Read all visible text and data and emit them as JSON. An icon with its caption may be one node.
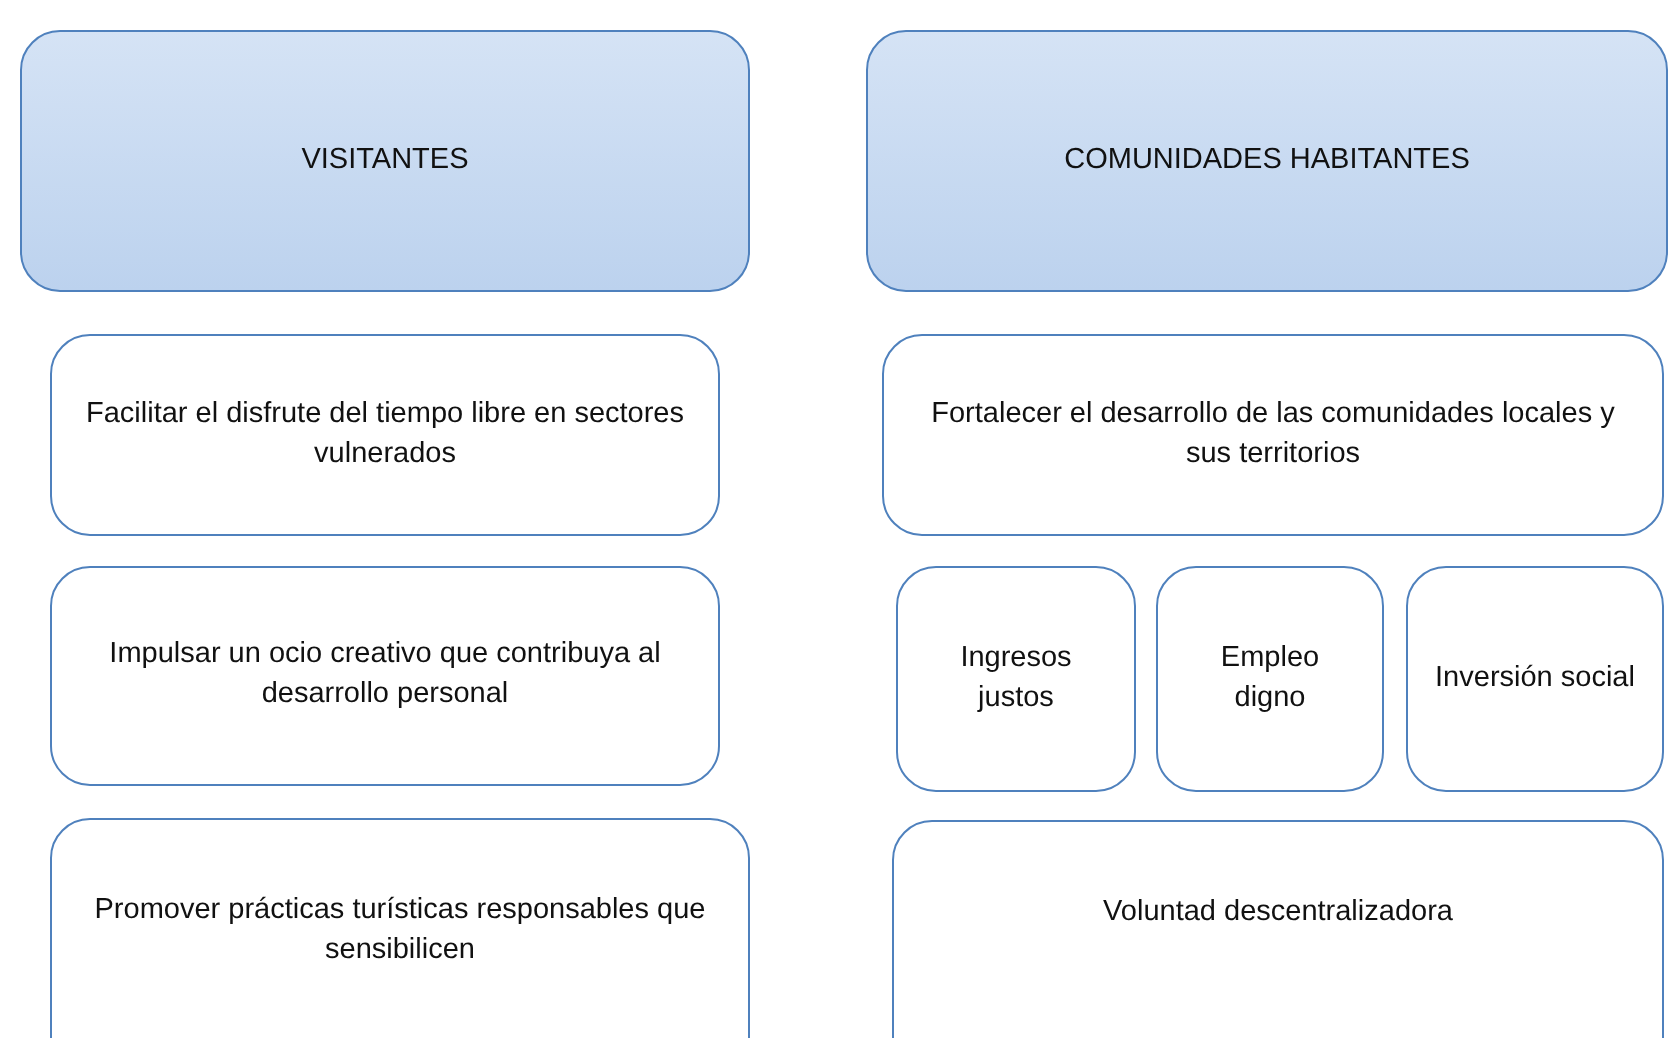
{
  "diagram": {
    "nodes": [
      {
        "text": [
          "VISITANTES"
        ]
      },
      {
        "text": [
          "COMUNIDADES HABITANTES"
        ]
      },
      {
        "text": [
          "Facilitar el disfrute del tiempo libre en sectores vulnerados"
        ]
      },
      {
        "text": [
          "Fortalecer el desarrollo de las comunidades locales y sus territorios"
        ]
      },
      {
        "text": [
          "Impulsar un ocio creativo que contribuya al desarrollo personal"
        ]
      },
      {
        "text": [
          "Ingresos justos"
        ]
      },
      {
        "text": [
          "Empleo digno"
        ]
      },
      {
        "text": [
          "Inversión social"
        ]
      },
      {
        "text": [
          "Promover prácticas turísticas responsables que sensibilicen"
        ]
      },
      {
        "text": [
          "Voluntad descentralizadora"
        ]
      }
    ],
    "edges": []
  }
}
